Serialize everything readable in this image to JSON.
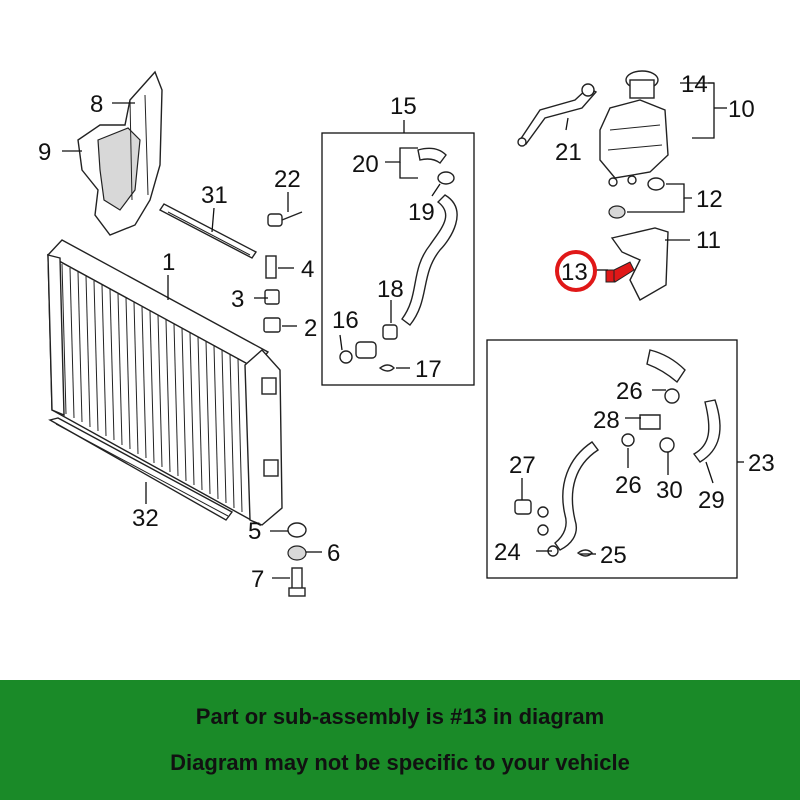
{
  "callouts": {
    "n1": "1",
    "n2": "2",
    "n3": "3",
    "n4": "4",
    "n5": "5",
    "n6": "6",
    "n7": "7",
    "n8": "8",
    "n9": "9",
    "n10": "10",
    "n11": "11",
    "n12": "12",
    "n13": "13",
    "n14": "14",
    "n15": "15",
    "n16": "16",
    "n17": "17",
    "n18": "18",
    "n19": "19",
    "n20": "20",
    "n21": "21",
    "n22": "22",
    "n23": "23",
    "n24": "24",
    "n25": "25",
    "n26a": "26",
    "n26b": "26",
    "n27": "27",
    "n28": "28",
    "n29": "29",
    "n30": "30",
    "n31": "31",
    "n32": "32"
  },
  "highlight": {
    "part": "13",
    "color": "#e01818"
  },
  "banner": {
    "line1": "Part or sub-assembly is #13 in diagram",
    "line2": "Diagram may not be specific to your vehicle",
    "background": "#1a8a28"
  }
}
